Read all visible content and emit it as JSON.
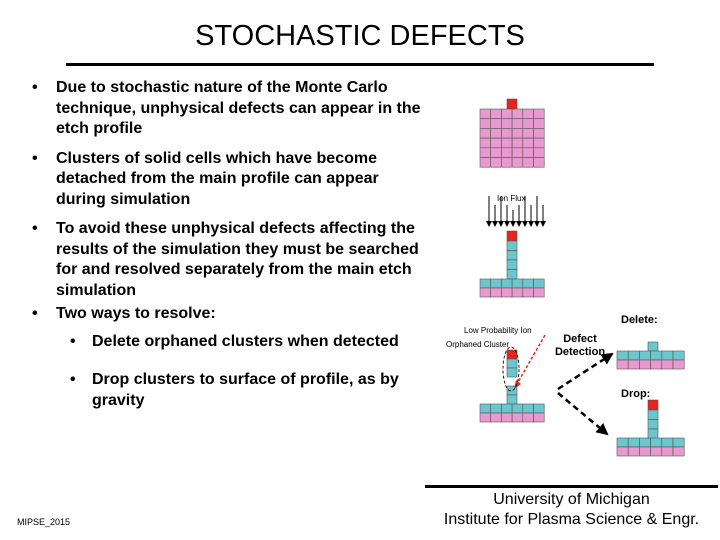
{
  "title": "STOCHASTIC DEFECTS",
  "bullets": {
    "b1": "Due to stochastic nature of the Monte Carlo technique, unphysical defects can appear in the etch profile",
    "b2": "Clusters of solid cells which have become detached from the main profile can appear during simulation",
    "b3": "To avoid these unphysical defects affecting the results of the simulation they must be searched for and resolved separately from the main etch simulation",
    "b4": "Two ways to resolve:",
    "sub1": "Delete orphaned clusters when detected",
    "sub2": "Drop clusters to surface of profile, as by gravity"
  },
  "bullet_glyph": "•",
  "diagram": {
    "ion_flux": "Ion Flux",
    "low_probability_ion": "Low Probability Ion",
    "orphaned_cluster": "Orphaned Cluster",
    "defect_detection": "Defect\nDetection",
    "delete": "Delete:",
    "drop": "Drop:"
  },
  "colors": {
    "material": "#e89ad0",
    "profile": "#6cc6ce",
    "defect": "#e8221c",
    "grid_line": "#555555"
  },
  "footer": {
    "left": "MIPSE_2015",
    "right_line1": "University of Michigan",
    "right_line2": "Institute for Plasma Science & Engr."
  }
}
